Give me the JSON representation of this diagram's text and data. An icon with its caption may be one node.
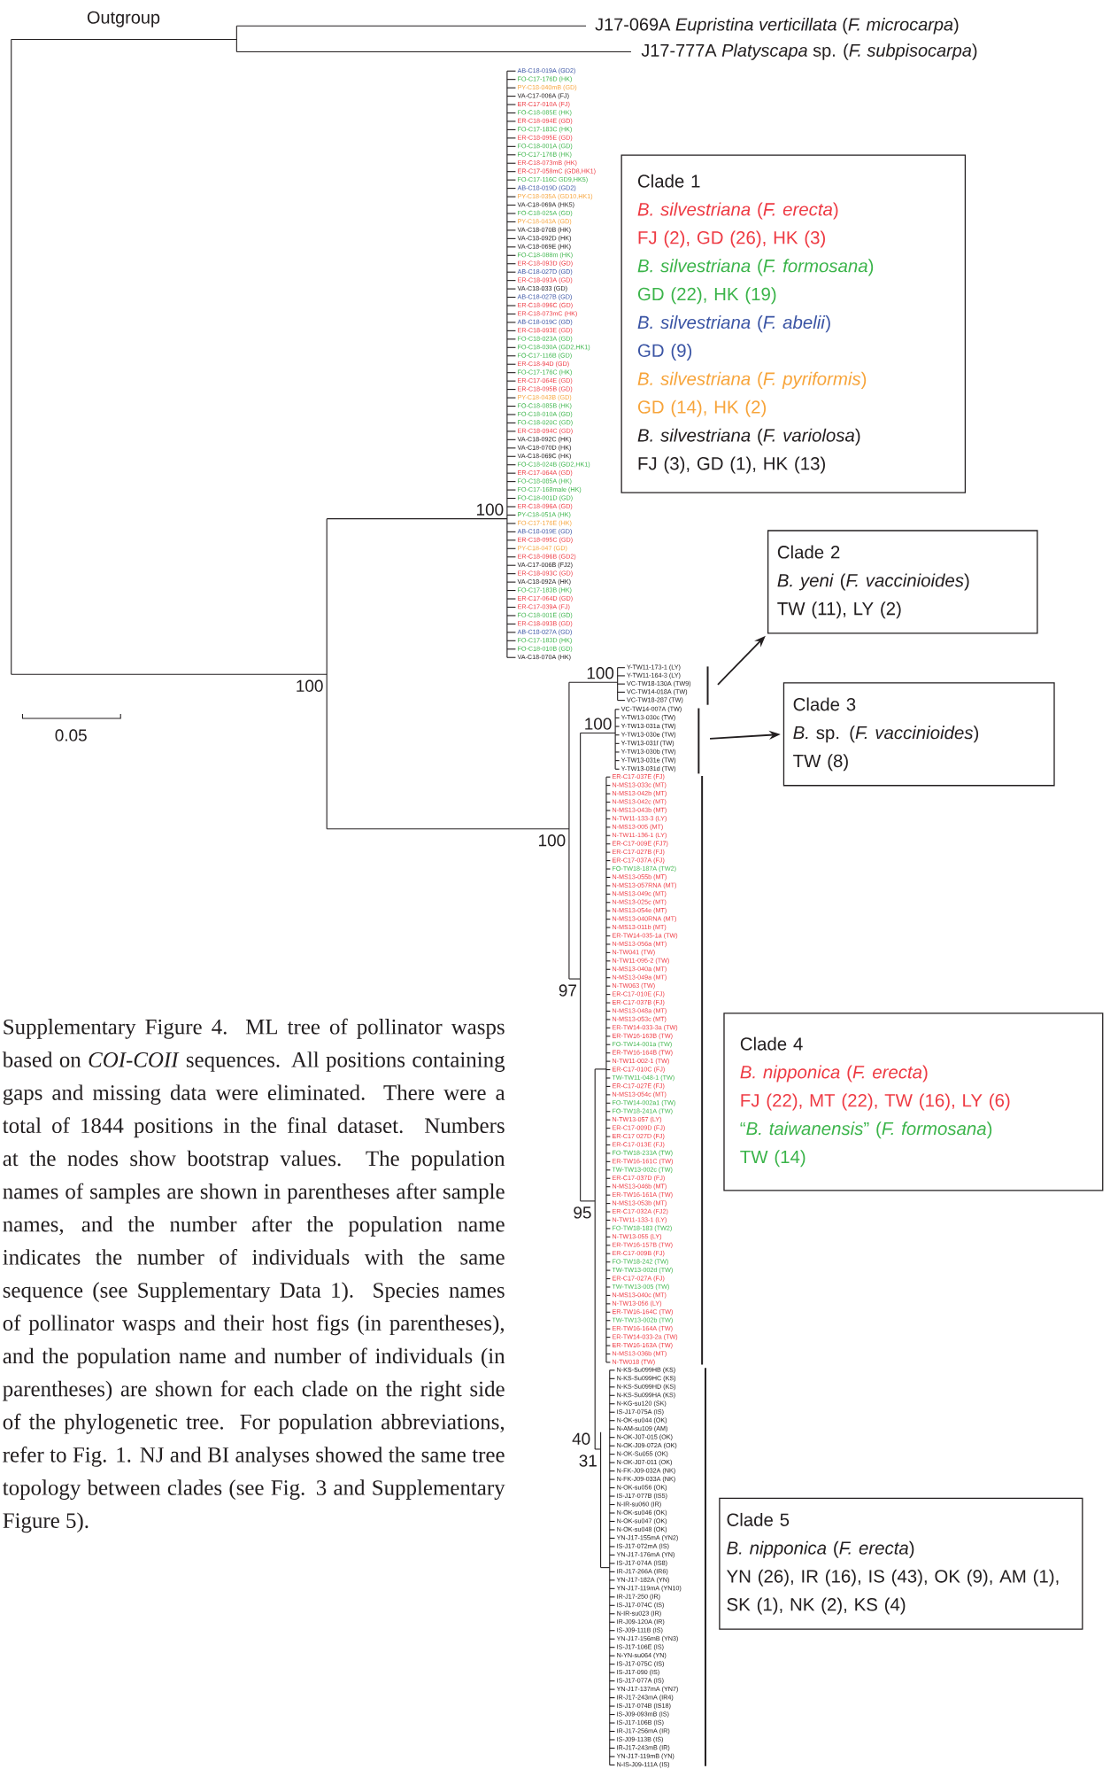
{
  "diagram": {
    "caption": "Supplementary Figure 4. ML tree of pollinator wasps based on *COI-COII* sequences. All positions containing gaps and missing data were eliminated. There were a total of 1844 positions in the final dataset. Numbers at the nodes show bootstrap values. The population names of samples are shown in parentheses after sample names, and the number after the population name indicates the number of individuals with the same sequence (see Supplementary Data 1). Species names of pollinator wasps and their host figs (in parentheses), and the population name and number of individuals (in parentheses) are shown for each clade on the right side of the phylogenetic tree. For population abbreviations, refer to Fig. 1. NJ and BI analyses showed the same tree topology between clades (see Fig. 3 and Supplementary Figure 5).",
    "nodes": [
      {
        "text": [
          "Clade 1",
          "*B. silvestriana* (*F. erecta*)",
          "FJ (2), GD (26), HK (3)",
          "*B. silvestriana* (*F. formosana*)",
          "GD (22), HK (19)",
          "*B. silvestriana* (*F. abelii*)",
          "GD (9)",
          "*B. silvestriana* (*F. pyriformis*)",
          "GD (14), HK (2)",
          "*B. silvestriana*  (*F. variolosa*)",
          "FJ (3), GD (1), HK (13)"
        ]
      },
      {
        "text": [
          "Clade 2",
          "*B. yeni* (*F. vaccinioides*)",
          "TW (11), LY (2)"
        ]
      },
      {
        "text": [
          "Clade 3",
          "*B.* sp. (*F. vaccinioides*)",
          "TW (8)"
        ]
      },
      {
        "text": [
          "Clade 4",
          "*B. nipponica* (*F. erecta*)",
          "FJ (22), MT (22), TW (16), LY (6)",
          "“*B. taiwanensis*” (*F. formosana*)",
          "TW (14)"
        ]
      },
      {
        "text": [
          "Clade 5",
          "*B. nipponica* (*F. erecta*)",
          "YN (26), IR (16), IS (43), OK (9), AM (1), SK (1), NK (2), KS (4)"
        ]
      }
    ],
    "edges": [
      {
        "from": null,
        "to": 1,
        "arrow": "to"
      },
      {
        "from": null,
        "to": 2,
        "arrow": "to"
      }
    ],
    "labels": [
      "Outgroup",
      "J17-069A *Eupristina verticillata* (*F. microcarpa*)",
      "J17-777A *Platyscapa* sp. (*F. subpisocarpa*)",
      "100",
      "100",
      "0.05",
      "100",
      "100",
      "100",
      "97",
      "95",
      "40",
      "31",
      "AB-C18-019A (GD2)",
      "FO-C17-176D (HK)",
      "PY-C18-040mB (GD)",
      "VA-C17-006A (FJ)",
      "ER-C17-010A (FJ)",
      "FO-C18-085E (HK)",
      "ER-C18-094E (GD)",
      "FO-C17-183C (HK)",
      "ER-C18-095E (GD)",
      "FO-C18-001A (GD)",
      "FO-C17-176B (HK)",
      "ER-C18-073mB (HK)",
      "ER-C17-058mC (GD8,HK1)",
      "FO-C17-116C GD9,HK5)",
      "AB-C18-019D (GD2)",
      "PY-C18-035A (GD10,HK1)",
      "VA-C18-069A (HK5)",
      "FO-C18-025A (GD)",
      "PY-C18-043A (GD)",
      "VA-C18-070B (HK)",
      "VA-C18-092D (HK)",
      "VA-C18-069E (HK)",
      "FO-C18-088m (HK)",
      "ER-C18-093D (GD)",
      "AB-C18-027D (GD)",
      "ER-C18-093A (GD)",
      "VA-C18-033 (GD)",
      "AB-C18-027B (GD)",
      "ER-C18-096C (GD)",
      "ER-C18-073mC (HK)",
      "AB-C18-019C (GD)",
      "ER-C18-093E (GD)",
      "FO-C18-023A (GD)",
      "FO-C18-030A (GD2,HK1)",
      "FO-C17-116B (GD)",
      "ER-C18-94D (GD)",
      "FO-C17-176C (HK)",
      "ER-C17-064E (GD)",
      "ER-C18-095B (GD)",
      "PY-C18-043B (GD)",
      "FO-C18-085B (HK)",
      "FO-C18-010A (GD)",
      "FO-C18-020C (GD)",
      "ER-C18-094C (GD)",
      "VA-C18-092C (HK)",
      "VA-C18-070D (HK)",
      "VA-C18-069C (HK)",
      "FO-C18-024B (GD2,HK1)",
      "ER-C17-064A (GD)",
      "FO-C18-085A (HK)",
      "FO-C17-168male (HK)",
      "FO-C18-001D (GD)",
      "ER-C18-096A (GD)",
      "PY-C18-051A (HK)",
      "FO-C17-176E (HK)",
      "AB-C18-019E (GD)",
      "ER-C18-095C (GD)",
      "PY-C18-047 (GD)",
      "ER-C18-096B (GD2)",
      "VA-C17-006B (FJ2)",
      "ER-C18-093C (GD)",
      "VA-C18-092A (HK)",
      "FO-C17-183B (HK)",
      "ER-C17-064D (GD)",
      "ER-C17-039A (FJ)",
      "FO-C18-001E (GD)",
      "ER-C18-093B (GD)",
      "AB-C18-027A (GD)",
      "FO-C17-183D (HK)",
      "FO-C18-010B (GD)",
      "VA-C18-070A (HK)",
      "Y-TW11-173-1 (LY)",
      "Y-TW11-164-3 (LY)",
      "VC-TW18-130A (TW9)",
      "VC-TW14-018A (TW)",
      "VC-TW18-287 (TW)",
      "VC-TW14-007A (TW)",
      "Y-TW13-030c (TW)",
      "Y-TW13-031a (TW)",
      "Y-TW13-030e (TW)",
      "Y-TW13-031f (TW)",
      "Y-TW13-030b (TW)",
      "Y-TW13-031e (TW)",
      "Y-TW13-031d (TW)",
      "ER-C17-037E (FJ)",
      "N-MS13-033c (MT)",
      "N-MS13-042b (MT)",
      "N-MS13-042c (MT)",
      "N-MS13-043b (MT)",
      "N-TW11-133-3 (LY)",
      "N-MS13-005 (MT)",
      "N-TW11-136-1 (LY)",
      "ER-C17-009E (FJ7)",
      "ER-C17-027B (FJ)",
      "ER-C17-037A (FJ)",
      "FO-TW18-187A (TW2)",
      "N-MS13-055b (MT)",
      "N-MS13-057RNA (MT)",
      "N-MS13-049c (MT)",
      "N-MS13-025c (MT)",
      "N-MS13-054e (MT)",
      "N-MS13-040RNA (MT)",
      "N-MS13-011b (MT)",
      "ER-TW14-035-1a (TW)",
      "N-MS13-056a (MT)",
      "N-TW041 (TW)",
      "N-TW11-095-2 (TW)",
      "N-MS13-040a (MT)",
      "N-MS13-049a (MT)",
      "N-TW063 (TW)",
      "ER-C17-010E (FJ)",
      "ER-C17-037B (FJ)",
      "N-MS13-048a (MT)",
      "N-MS13-053c (MT)",
      "ER-TW14-033-3a (TW)",
      "ER-TW16-163B (TW)",
      "FO-TW14-001a (TW)",
      "ER-TW16-164B (TW)",
      "N-TW11-002-1 (TW)",
      "ER-C17-010C (FJ)",
      "TW-TW11-048-1 (TW)",
      "ER-C17-027E (FJ)",
      "N-MS13-054c (MT)",
      "FO-TW14-002a1 (TW)",
      "FO-TW18-241A (TW)",
      "N-TW13-057 (LY)",
      "ER-C17-009D (FJ)",
      "ER-C17 027D (FJ)",
      "ER-C17-013E (FJ)",
      "FO-TW18-233A (TW)",
      "ER-TW16-161C (TW)",
      "TW-TW13-002c (TW)",
      "ER-C17-037D (FJ)",
      "N-MS13-046b (MT)",
      "ER-TW16-161A (TW)",
      "N-MS13-053b (MT)",
      "ER-C17-032A (FJ2)",
      "N-TW11-133-1 (LY)",
      "FO-TW18-183 (TW2)",
      "N-TW13-055 (LY)",
      "ER-TW16-157B (TW)",
      "ER-C17-009B (FJ)",
      "FO-TW18-242 (TW)",
      "TW-TW13-002d (TW)",
      "ER-C17-027A (FJ)",
      "TW-TW13-005 (TW)",
      "N-MS13-040c (MT)",
      "N-TW13-056 (LY)",
      "ER-TW16-164C (TW)",
      "TW-TW13-002b (TW)",
      "ER-TW16-164A (TW)",
      "ER-TW14-033-2a (TW)",
      "ER-TW16-163A (TW)",
      "N-MS13-036b (MT)",
      "N-TW018 (TW)",
      "N-KS-Su099HB (KS)",
      "N-KS-Su099HC (KS)",
      "N-KS-Su099HD (KS)",
      "N-KS-Su099HA (KS)",
      "N-KG-su120 (SK)",
      "IS-J17-075A (IS)",
      "N-OK-su044 (OK)",
      "N-AM-su109 (AM)",
      "N-OK-J07-015 (OK)",
      "N-OK-J09-072A (OK)",
      "N-OK-Su055 (OK)",
      "N-OK-J07-011 (OK)",
      "N-FK-J09-032A (NK)",
      "N-FK-J09-033A (NK)",
      "N-OK-su056 (OK)",
      "IS-J17-077B (IS5)",
      "N-IR-su060 (IR)",
      "N-OK-su046 (OK)",
      "N-OK-su047 (OK)",
      "N-OK-su048 (OK)",
      "YN-J17-155mA (YN2)",
      "IS-J17-072mA (IS)",
      "YN-J17-176mA (YN)",
      "IS-J17-074A (IS8)",
      "IR-J17-266A (IR6)",
      "YN-J17-182A (YN)",
      "YN-J17-119mA (YN10)",
      "IR-J17-250 (IR)",
      "IS-J17-074C (IS)",
      "N-IR-su023 (IR)",
      "IR-J09-120A (IR)",
      "IS-J09-111B (IS)",
      "YN-J17-156mB (YN3)",
      "IS-J17-106E (IS)",
      "N-YN-su064 (YN)",
      "IS-J17-075C (IS)",
      "IS-J17-090 (IS)",
      "IS-J17-077A (IS)",
      "YN-J17-137mA (YN7)",
      "IR-J17-243mA (IR4)",
      "IS-J17-074B (IS18)",
      "IS-J09-093mB (IS)",
      "IS-J17-106B (IS)",
      "IR-J17-256mA (IR)",
      "IS-J09-113B (IS)",
      "IR-J17-243mB (IR)",
      "YN-J17-119mB (YN)",
      "N-IS-J09-111A (IS)"
    ]
  }
}
